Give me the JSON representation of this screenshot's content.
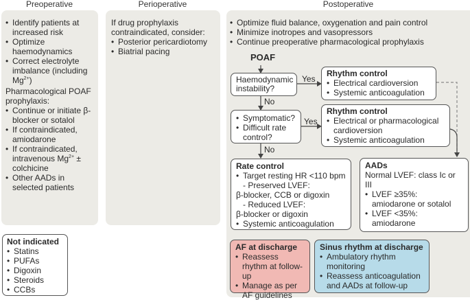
{
  "headers": {
    "preoperative": "Preoperative",
    "perioperative": "Perioperative",
    "postoperative": "Postoperative"
  },
  "preoperative": {
    "items": [
      "Identify patients at increased risk",
      "Optimize haemodynamics",
      "Correct electrolyte imbalance (including Mg",
      "Continue or initiate β-blocker or sotalol",
      "If contraindicated, amiodarone",
      "If contraindicated, intravenous Mg",
      "Other AADs in selected patients"
    ],
    "mg_sup": "2+",
    "mg_tail": ")",
    "ivmg_tail": " ± colchicine",
    "heading": "Pharmacological POAF prophylaxis:"
  },
  "perioperative": {
    "intro": "If drug prophylaxis contraindicated, consider:",
    "items": [
      "Posterior pericardiotomy",
      "Biatrial pacing"
    ]
  },
  "postoperative": {
    "items": [
      "Optimize fluid balance, oxygenation and pain control",
      "Minimize inotropes and vasopressors",
      "Continue preoperative pharmacological prophylaxis"
    ]
  },
  "not_indicated": {
    "title": "Not indicated",
    "items": [
      "Statins",
      "PUFAs",
      "Digoxin",
      "Steroids",
      "CCBs"
    ]
  },
  "flow": {
    "start": "POAF",
    "q1": "Haemodynamic instability?",
    "q2_items": [
      "Symptomatic?",
      "Difficult rate control?"
    ],
    "yes": "Yes",
    "no": "No",
    "rc1": {
      "title": "Rhythm control",
      "items": [
        "Electrical cardioversion",
        "Systemic anticoagulation"
      ]
    },
    "rc2": {
      "title": "Rhythm control",
      "items": [
        "Electrical or pharmacological cardioversion",
        "Systemic anticoagulation"
      ]
    },
    "rate": {
      "title": "Rate control",
      "line1": "Target resting HR <110 bpm",
      "line2": "- Preserved LVEF:",
      "line3": "β-blocker, CCB or digoxin",
      "line4": "- Reduced LVEF:",
      "line5": "β-blocker or digoxin",
      "line6": "Systemic anticoagulation"
    },
    "aads": {
      "title": "AADs",
      "line1": "Normal LVEF: class Ic or III",
      "items": [
        "LVEF ≥35%: amiodarone or sotalol",
        "LVEF <35%: amiodarone"
      ]
    },
    "af": {
      "title": "AF at discharge",
      "items": [
        "Reassess rhythm at follow-up",
        "Manage as per AF guidelines"
      ]
    },
    "sinus": {
      "title": "Sinus rhythm at discharge",
      "items": [
        "Ambulatory rhythm monitoring",
        "Reassess anticoagulation and AADs at follow-up"
      ]
    }
  },
  "colors": {
    "panel": "#ecebe6",
    "af_box": "#f1b9b4",
    "sinus_box": "#b7dbe9",
    "border": "#555555"
  }
}
